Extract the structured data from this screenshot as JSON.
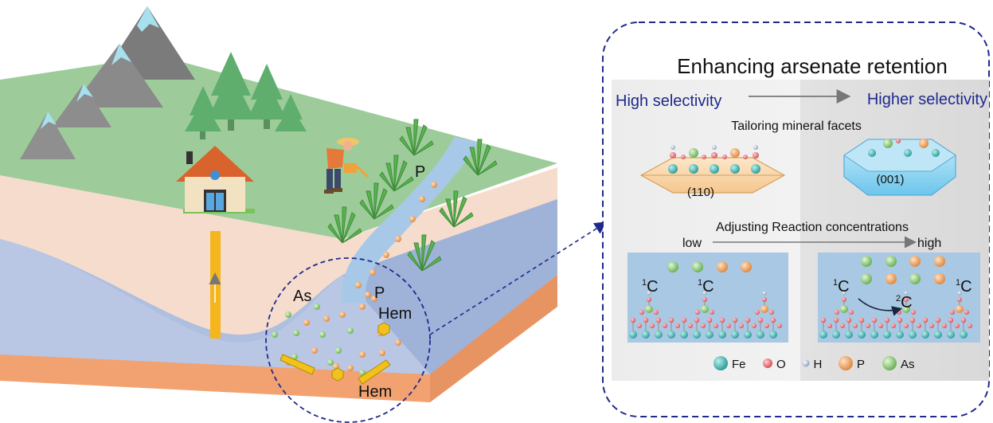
{
  "landscape": {
    "labels": {
      "as": "As",
      "p_stream": "P",
      "p_pool": "P",
      "hem_top": "Hem",
      "hem_bottom": "Hem"
    }
  },
  "panel": {
    "title": "Enhancing arsenate retention",
    "selectivity_left": "High selectivity",
    "selectivity_right": "Higher selectivity",
    "facets_heading": "Tailoring mineral facets",
    "facet_left_label": "(110)",
    "facet_right_label": "(001)",
    "concentration_heading": "Adjusting Reaction concentrations",
    "low_label": "low",
    "high_label": "high",
    "site_labels": {
      "left_a_sup": "1",
      "left_a": "C",
      "left_b_sup": "1",
      "left_b": "C",
      "right_a_sup": "1",
      "right_a": "C",
      "right_b_sup": "2",
      "right_b": "C",
      "right_c_sup": "1",
      "right_c": "C"
    },
    "legend": [
      {
        "symbol": "Fe",
        "color": "#2f9e9b"
      },
      {
        "symbol": "O",
        "color": "#d9535c"
      },
      {
        "symbol": "H",
        "color": "#8fa3c4"
      },
      {
        "symbol": "P",
        "color": "#e08a43"
      },
      {
        "symbol": "As",
        "color": "#7fc06a"
      }
    ]
  }
}
